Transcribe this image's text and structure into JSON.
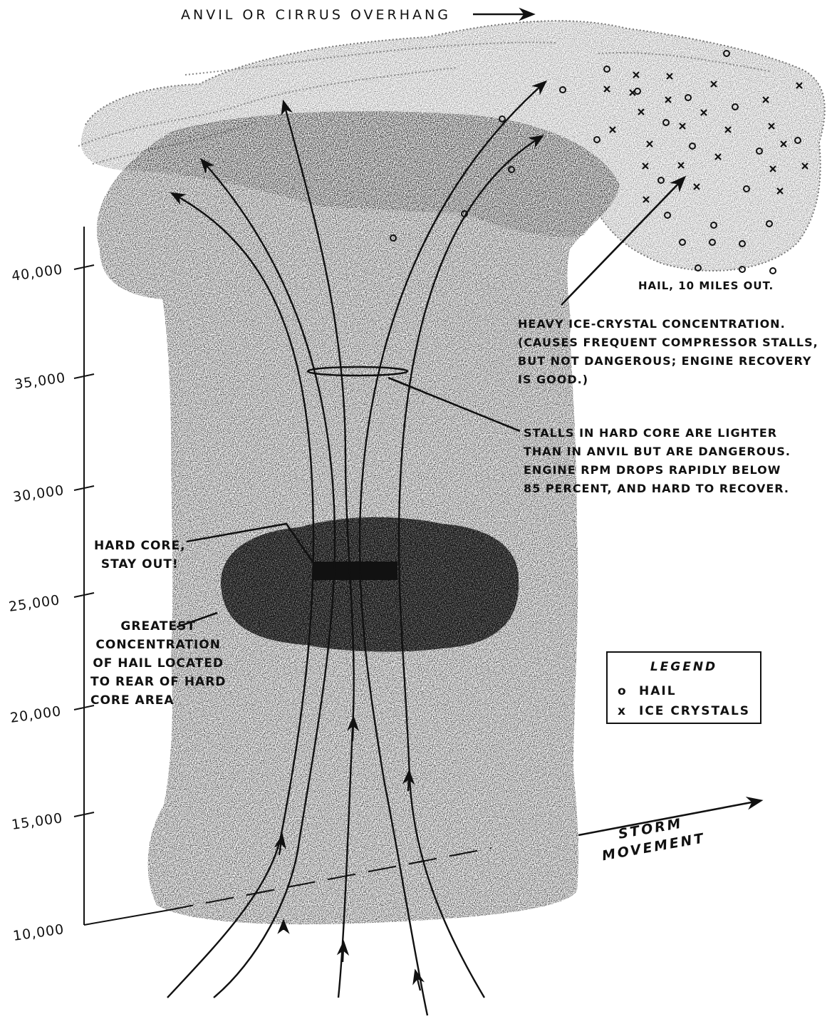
{
  "labels": {
    "anvil": "ANVIL OR CIRRUS OVERHANG",
    "hail_out": "HAIL, 10 MILES OUT.",
    "ice_crystal": [
      "HEAVY ICE-CRYSTAL CONCENTRATION.",
      "(CAUSES FREQUENT COMPRESSOR STALLS,",
      "BUT NOT DANGEROUS; ENGINE RECOVERY",
      "IS GOOD.)"
    ],
    "hard_core_stalls": [
      "STALLS IN HARD CORE ARE LIGHTER",
      "THAN IN ANVIL BUT ARE DANGEROUS.",
      "ENGINE RPM DROPS RAPIDLY BELOW",
      "85 PERCENT, AND HARD TO RECOVER."
    ],
    "hard_core": [
      "HARD CORE,",
      "STAY OUT!"
    ],
    "greatest_hail": [
      "GREATEST",
      "CONCENTRATION",
      "OF HAIL LOCATED",
      "TO REAR OF HARD",
      "CORE AREA"
    ],
    "storm_movement": [
      "STORM",
      "MOVEMENT"
    ]
  },
  "altitude_axis": [
    "40,000",
    "35,000",
    "30,000",
    "25,000",
    "20,000",
    "15,000",
    "10,000"
  ],
  "legend": {
    "title": "LEGEND",
    "items": [
      {
        "symbol": "o",
        "label": "HAIL",
        "icon": "hail-circle-icon"
      },
      {
        "symbol": "x",
        "label": "ICE CRYSTALS",
        "icon": "ice-crystal-x-icon"
      }
    ]
  },
  "colors": {
    "ink": "#111111",
    "cloud_stipple": "#555555",
    "hard_core": "#2a2a2a"
  }
}
